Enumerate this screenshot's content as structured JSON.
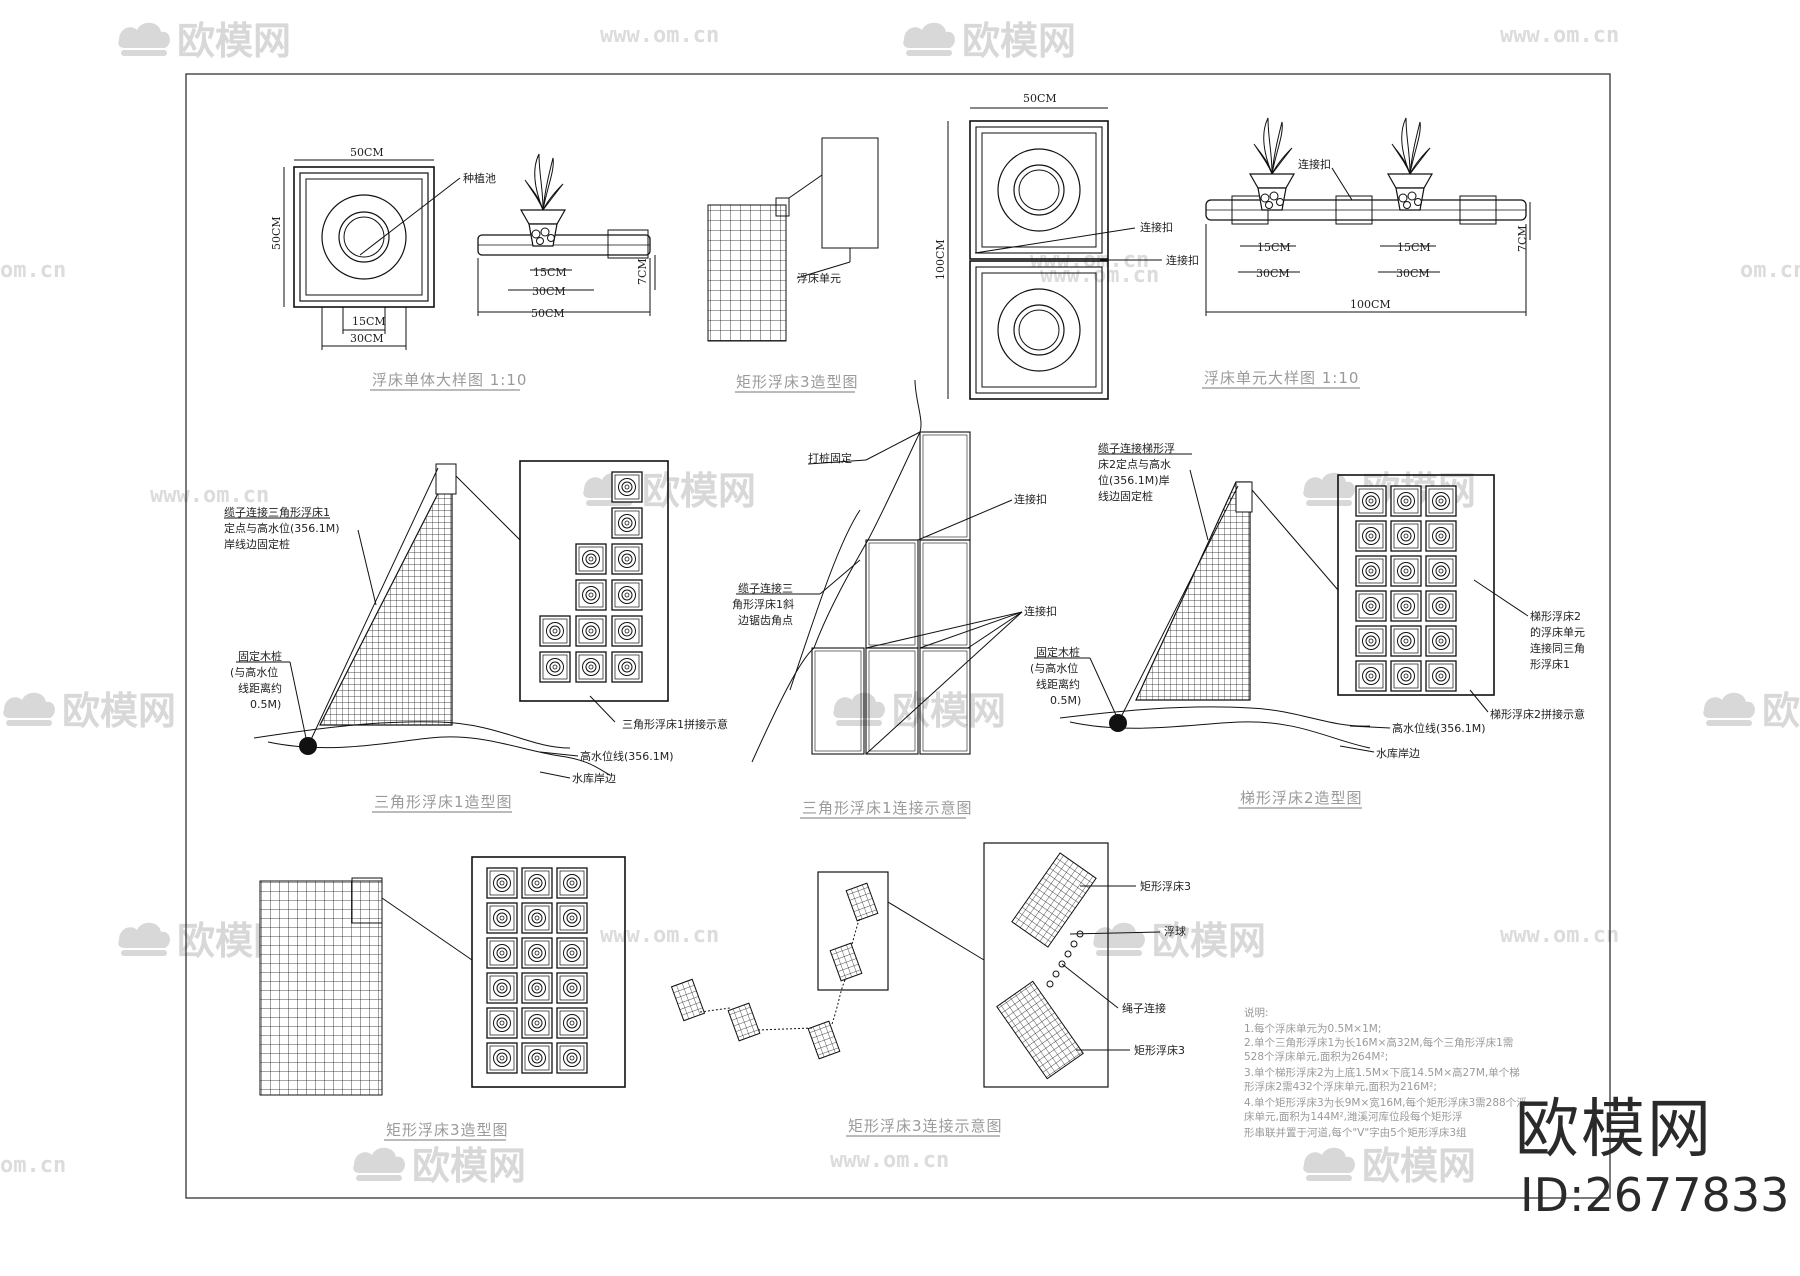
{
  "watermark": {
    "brand": "欧模网",
    "url": "www.om.cn",
    "url_partial": "om.cn"
  },
  "corner": {
    "brand": "欧模网",
    "id": "ID:2677833"
  },
  "panels": {
    "unit_detail": {
      "title": "浮床单体大样图 1:10",
      "dim_top": "50CM",
      "dim_left": "50CM",
      "dim_15": "15CM",
      "dim_30": "30CM",
      "label_planter": "种植池",
      "sec_15": "15CM",
      "sec_30": "30CM",
      "sec_50": "50CM",
      "sec_7": "7CM"
    },
    "rect3_shape_a": {
      "title": "矩形浮床3造型图",
      "label_unit": "浮床单元"
    },
    "double_plan": {
      "dim_top": "50CM",
      "dim_left": "100CM",
      "label_clip1": "连接扣",
      "label_clip2": "连接扣"
    },
    "unit_section": {
      "title": "浮床单元大样图 1:10",
      "label_clip": "连接扣",
      "d15a": "15CM",
      "d30a": "30CM",
      "d15b": "15CM",
      "d30b": "30CM",
      "d7": "7CM",
      "d100": "100CM"
    },
    "tri1": {
      "title": "三角形浮床1造型图",
      "rope_note": [
        "缆子连接三角形浮床1",
        "定点与高水位(356.1M)",
        "岸线边固定桩"
      ],
      "stake_note": [
        "固定木桩",
        "(与高水位",
        "线距离约",
        "0.5M)"
      ],
      "splice": "三角形浮床1拼接示意",
      "water_line": "高水位线(356.1M)",
      "bank": "水库岸边"
    },
    "tri1_conn": {
      "title": "三角形浮床1连接示意图",
      "stake": "打桩固定",
      "clip_a": "连接扣",
      "clip_b": "连接扣",
      "rope_note": [
        "缆子连接三",
        "角形浮床1斜",
        "边锯齿角点"
      ]
    },
    "trap2": {
      "title": "梯形浮床2造型图",
      "rope_note": [
        "缆子连接梯形浮",
        "床2定点与高水",
        "位(356.1M)岸",
        "线边固定桩"
      ],
      "stake_note": [
        "固定木桩",
        "(与高水位",
        "线距离约",
        "0.5M)"
      ],
      "unit_note": [
        "梯形浮床2",
        "的浮床单元",
        "连接同三角",
        "形浮床1"
      ],
      "splice": "梯形浮床2拼接示意",
      "water_line": "高水位线(356.1M)",
      "bank": "水库岸边"
    },
    "rect3_shape_b": {
      "title": "矩形浮床3造型图"
    },
    "rect3_conn": {
      "title": "矩形浮床3连接示意图",
      "r3a": "矩形浮床3",
      "float": "浮球",
      "rope": "绳子连接",
      "r3b": "矩形浮床3"
    },
    "notes": {
      "lines": [
        "说明:",
        "1.每个浮床单元为0.5M×1M;",
        "2.单个三角形浮床1为长16M×高32M,每个三角形浮床1需",
        "528个浮床单元,面积为264M²;",
        "3.单个梯形浮床2为上底1.5M×下底14.5M×高27M,单个梯",
        "形浮床2需432个浮床单元,面积为216M²;",
        "4.单个矩形浮床3为长9M×宽16M,每个矩形浮床3需288个浮",
        "床单元,面积为144M²,潍溪河库位段每个矩形浮",
        "形串联并置于河道,每个\"V\"字由5个矩形浮床3组"
      ]
    }
  }
}
